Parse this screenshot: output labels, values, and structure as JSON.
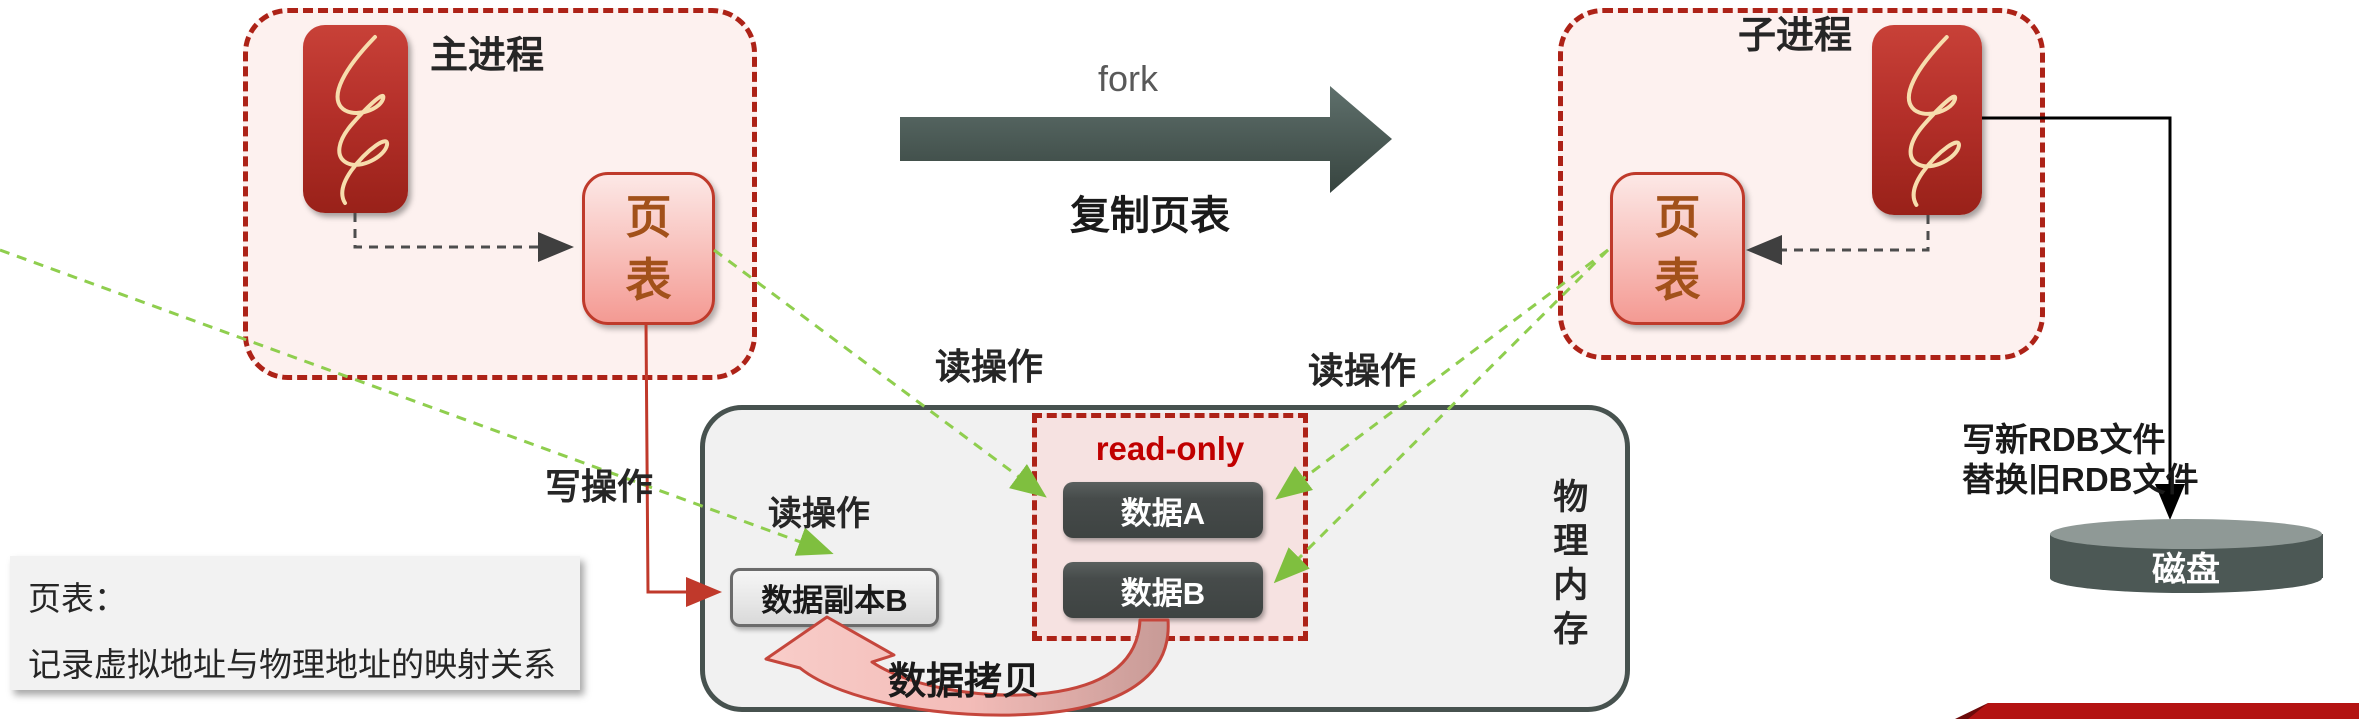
{
  "main_process": {
    "title": "主进程",
    "page_table_label": "页表"
  },
  "child_process": {
    "title": "子进程",
    "page_table_label": "页表"
  },
  "fork_arrow": {
    "label": "fork",
    "caption": "复制页表"
  },
  "operations": {
    "write": "写操作",
    "read_left": "读操作",
    "read_right": "读操作",
    "read_inner": "读操作",
    "data_copy": "数据拷贝"
  },
  "memory": {
    "title": "物理内存",
    "readonly": {
      "label": "read-only",
      "data_a": "数据A",
      "data_b": "数据B"
    },
    "data_copy_b": "数据副本B"
  },
  "disk": {
    "label": "磁盘",
    "caption_line1": "写新RDB文件",
    "caption_line2": "替换旧RDB文件"
  },
  "note": {
    "title": "页表：",
    "body": "记录虚拟地址与物理地址的映射关系"
  },
  "icons": {
    "main_process_icon": "redis-squiggle-icon",
    "child_process_icon": "redis-squiggle-icon",
    "fork_icon": "big-right-arrow",
    "disk_icon": "disk-cylinder"
  },
  "colors": {
    "dashed_red": "#ad2217",
    "light_pink_fill": "#fdf1ef",
    "page_table_text": "#a2511a",
    "green_dash": "#8fce4e",
    "slate_dark": "#47524f",
    "data_box_fill": "#464b4a",
    "readonly_text": "#c00000",
    "write_line_red": "#c0392b",
    "ribbon_red": "#b31312"
  }
}
